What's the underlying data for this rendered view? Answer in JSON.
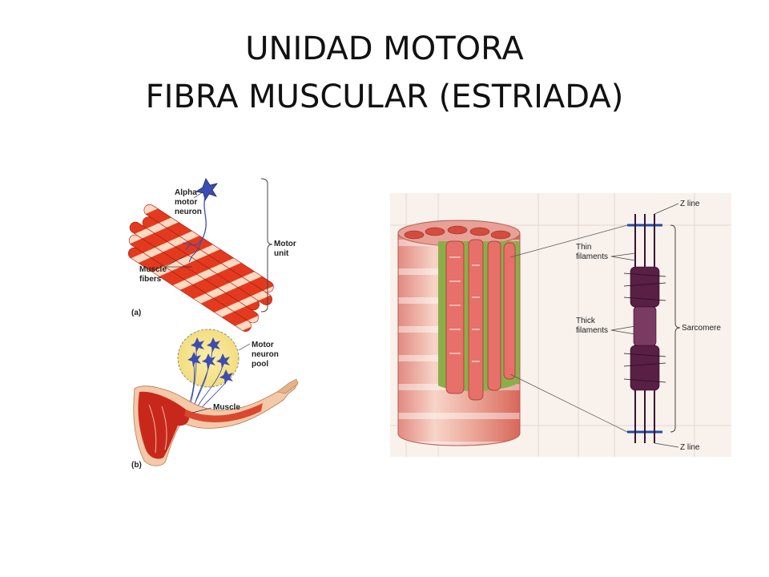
{
  "slide": {
    "title_line1": "UNIDAD MOTORA",
    "title_line2": "FIBRA MUSCULAR (ESTRIADA)"
  },
  "figure_motor_unit": {
    "panel_a": {
      "label": "(a)",
      "alpha_motor_neuron": [
        "Alpha",
        "motor",
        "neuron"
      ],
      "muscle_fibers": [
        "Muscle",
        "fibers"
      ],
      "motor_unit": [
        "Motor",
        "unit"
      ]
    },
    "panel_b": {
      "label": "(b)",
      "motor_neuron_pool": [
        "Motor",
        "neuron",
        "pool"
      ],
      "muscle": "Muscle"
    }
  },
  "figure_fiber": {
    "z_line_top": "Z line",
    "thin_filaments": [
      "Thin",
      "filaments"
    ],
    "thick_filaments": [
      "Thick",
      "filaments"
    ],
    "sarcomere": "Sarcomere",
    "z_line_bottom": "Z line"
  }
}
